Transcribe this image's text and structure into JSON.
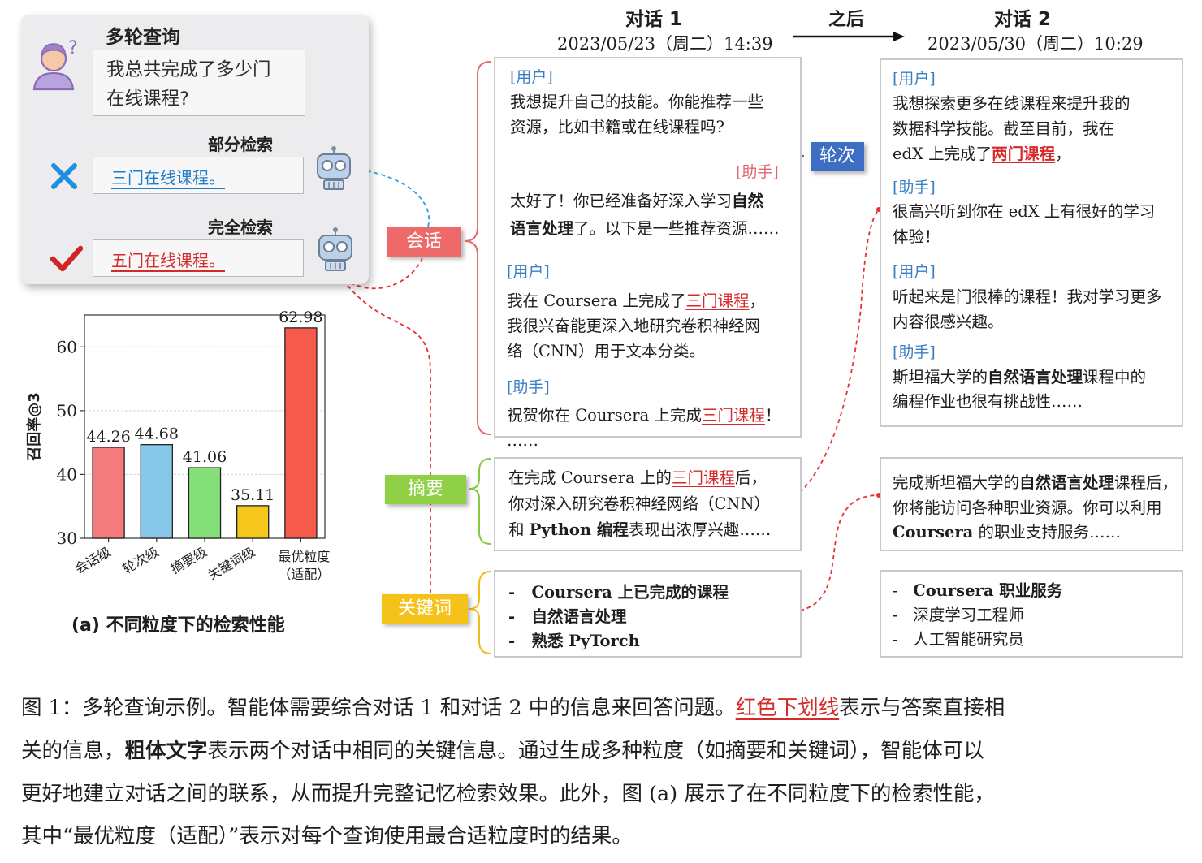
{
  "query_panel": {
    "title": "多轮查询",
    "question": [
      "我总共完成了多少门",
      "在线课程?"
    ],
    "partial_label": "部分检索",
    "partial_answer": "三门在线课程。",
    "full_label": "完全检索",
    "full_answer": "五门在线课程。"
  },
  "dialog1": {
    "title": "对话 1",
    "time": "2023/05/23（周二）14:39"
  },
  "dialog2": {
    "title": "对话 2",
    "time": "2023/05/30（周二）10:29"
  },
  "after_label": "之后",
  "tags": {
    "session": "会话",
    "turn": "轮次",
    "summary": "摘要",
    "keywords": "关键词"
  },
  "roles": {
    "user": "[用户]",
    "assistant": "[助手]"
  },
  "d1": {
    "u1": [
      "我想提升自己的技能。你能推荐一些",
      "资源，比如书籍或在线课程吗?"
    ],
    "a1_pre": "太好了！你已经准备好深入学习",
    "a1_b1": "自然",
    "a1_b2": "语言处理",
    "a1_post": "了。以下是一些推荐资源……",
    "u2_pre": "我在 Coursera 上完成了",
    "u2_red": "三门课程",
    "u2_post": "，",
    "u2_l2": "我很兴奋能更深入地研究卷积神经网",
    "u2_l3": "络（CNN）用于文本分类。",
    "a2_pre": "祝贺你在 Coursera 上完成",
    "a2_red": "三门课程",
    "a2_post": "！ ……",
    "sum_pre": "在完成 Coursera 上的",
    "sum_red": "三门课程",
    "sum_post": "后，",
    "sum_l2": "你对深入研究卷积神经网络（CNN）",
    "sum_l3_pre": "和 ",
    "sum_l3_b": "Python 编程",
    "sum_l3_post": "表现出浓厚兴趣……",
    "kw": [
      "Coursera 上已完成的课程",
      "自然语言处理",
      "熟悉 PyTorch"
    ]
  },
  "d2": {
    "u1_l1": "我想探索更多在线课程来提升我的",
    "u1_l2": "数据科学技能。截至目前，我在",
    "u1_l3_pre": "edX 上完成了",
    "u1_l3_red": "两门课程",
    "u1_l3_post": "，",
    "a1": [
      "很高兴听到你在 edX 上有很好的学习",
      "体验！"
    ],
    "u2": [
      "听起来是门很棒的课程！我对学习更多",
      "内容很感兴趣。"
    ],
    "a2_pre": "斯坦福大学的",
    "a2_b": "自然语言处理",
    "a2_post": "课程中的",
    "a2_l2": "编程作业也很有挑战性……",
    "sum_pre": "完成斯坦福大学的",
    "sum_b": "自然语言处理",
    "sum_post": "课程后，",
    "sum_l2": "你将能访问各种职业资源。你可以利用",
    "sum_l3_b": "Coursera",
    "sum_l3_post": " 的职业支持服务……",
    "kw": [
      "Coursera 职业服务",
      "深度学习工程师",
      "人工智能研究员"
    ]
  },
  "chart_data": {
    "type": "bar",
    "categories": [
      "会话级",
      "轮次级",
      "摘要级",
      "关键词级",
      "最优粒度（适配）"
    ],
    "values": [
      44.26,
      44.68,
      41.06,
      35.11,
      62.98
    ],
    "value_labels": [
      "44.26",
      "44.68",
      "41.06",
      "35.11",
      "62.98"
    ],
    "colors": [
      "#f47b7b",
      "#87c8ea",
      "#86e07a",
      "#f5c61c",
      "#f55a4a"
    ],
    "ylabel": "召回率@3",
    "yticks": [
      "30",
      "40",
      "50",
      "60"
    ],
    "ylim": [
      30,
      65
    ],
    "grid": true,
    "caption": "(a) 不同粒度下的检索性能"
  },
  "caption": {
    "p1_a": "图 1：多轮查询示例。智能体需要综合对话 1 和对话 2 中的信息来回答问题。",
    "p1_red": "红色下划线",
    "p1_b": "表示与答案直接相",
    "p2_a": "关的信息，",
    "p2_bold": "粗体文字",
    "p2_b": "表示两个对话中相同的关键信息。通过生成多种粒度（如摘要和关键词），智能体可以",
    "p3": "更好地建立对话之间的联系，从而提升完整记忆检索效果。此外，图 (a) 展示了在不同粒度下的检索性能，",
    "p4": "其中“最优粒度（适配）”表示对每个查询使用最合适粒度时的结果。"
  }
}
